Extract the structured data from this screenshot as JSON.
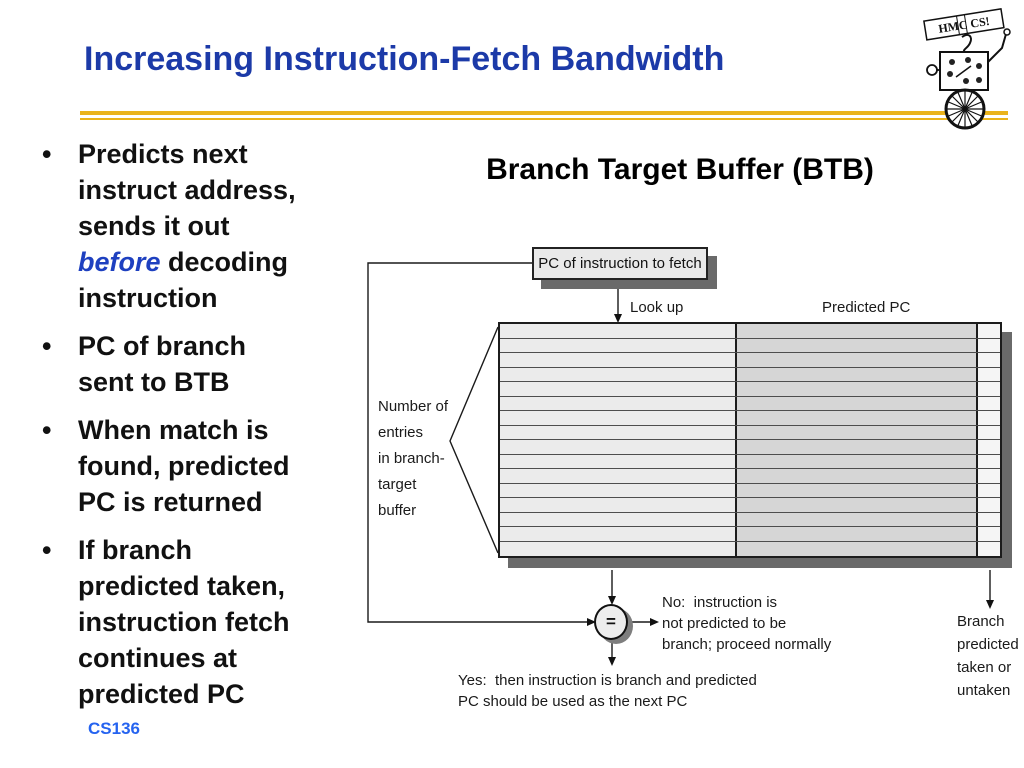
{
  "slide": {
    "title": "Increasing Instruction-Fetch Bandwidth",
    "footer": "CS136"
  },
  "logo": {
    "banner": "HMC CS!"
  },
  "bullets": [
    {
      "lines": [
        [
          {
            "t": "Predicts next"
          }
        ],
        [
          {
            "t": "instruct address,"
          }
        ],
        [
          {
            "t": "sends it out"
          }
        ],
        [
          {
            "t": "before",
            "em": true
          },
          {
            "t": " decoding"
          }
        ],
        [
          {
            "t": "instruction"
          }
        ]
      ]
    },
    {
      "lines": [
        [
          {
            "t": "PC of branch"
          }
        ],
        [
          {
            "t": "sent to BTB"
          }
        ]
      ]
    },
    {
      "lines": [
        [
          {
            "t": "When match is"
          }
        ],
        [
          {
            "t": "found, predicted"
          }
        ],
        [
          {
            "t": "PC is returned"
          }
        ]
      ]
    },
    {
      "lines": [
        [
          {
            "t": "If branch"
          }
        ],
        [
          {
            "t": "predicted taken,"
          }
        ],
        [
          {
            "t": "instruction fetch"
          }
        ],
        [
          {
            "t": "continues at"
          }
        ],
        [
          {
            "t": "predicted PC"
          }
        ]
      ]
    }
  ],
  "diagram": {
    "heading": "Branch Target Buffer (BTB)",
    "pc_box_label": "PC of instruction to fetch",
    "look_up_label": "Look up",
    "predicted_pc_label": "Predicted PC",
    "equals_symbol": "=",
    "num_entries_lines": [
      "Number of",
      "entries",
      "in branch-",
      "target",
      "buffer"
    ],
    "no_lines": [
      "No:  instruction is",
      "not predicted to be",
      "branch; proceed normally"
    ],
    "yes_lines": [
      "Yes:  then instruction is branch and predicted",
      "PC should be used as the next PC"
    ],
    "branch_outcome_lines": [
      "Branch",
      "predicted",
      "taken or",
      "untaken"
    ],
    "table": {
      "row_count": 16,
      "column_names": [
        "lookup-pc",
        "predicted-pc",
        "prediction-state"
      ]
    }
  },
  "colors": {
    "title-blue": "#1c3aa8",
    "accent-blue": "#1e40c0",
    "cs-blue": "#2563f0",
    "gold": "#eab31c",
    "shadow-gray": "#6a6a6a",
    "cell-left": "#ebebeb",
    "cell-right": "#d6d6d6",
    "cell-flag": "#f5f5f5"
  }
}
